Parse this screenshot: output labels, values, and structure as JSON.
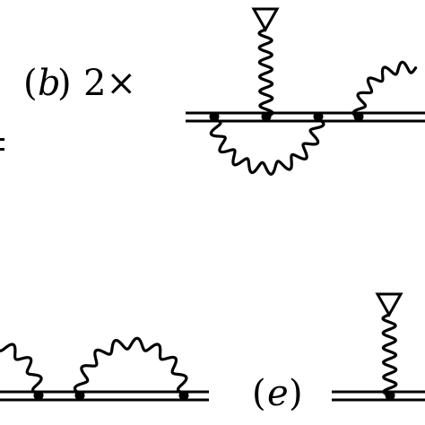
{
  "diagram": {
    "labels": {
      "b_open": "(",
      "b_letter": "b",
      "b_close": ")",
      "b_multiplier": "2×",
      "e_open": "(",
      "e_letter": "e",
      "e_close": ")",
      "left_fragment": "="
    }
  }
}
